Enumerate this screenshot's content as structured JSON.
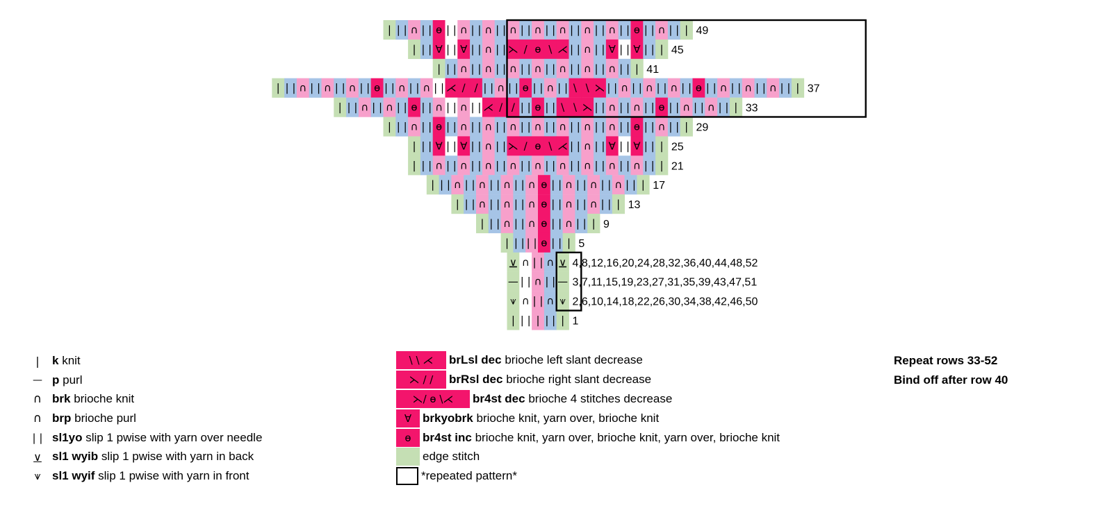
{
  "colors": {
    "green": "#c5dfb4",
    "blue": "#a6c4e6",
    "pink": "#f7a0cb",
    "magenta": "#f3156c",
    "white": "#ffffff"
  },
  "glyphs": {
    "I": "|",
    "S": "| |",
    "B": "∩",
    "P": "∩",
    "Y": "∀",
    "O": "ɵ",
    "L": "⋌",
    "R": "⋋",
    "F": "/",
    "K": "\\",
    "V": "∨",
    "W": "⩛",
    "D": "—"
  },
  "chart": {
    "rows": [
      {
        "label": "49",
        "cells": "gIbSpBbSmOwSpBbSpBbSpBbSpBbSpBbSpBbSpBbSmObSpBbSgI"
      },
      {
        "label": "45",
        "cells": "gIbSmYwSmYbSpBbSmRmFmOmKmLbSpBbSmYwSmYbSgI"
      },
      {
        "label": "41",
        "cells": "gIbSpBbSpBbSpBbSpBbSpBbSpBbSpBbSgI"
      },
      {
        "label": "37",
        "cells": "gIbSpBbSpBbSpBbSmObSpBbSpBwSmLmFmFbSpBbSmObSpBbSmKmKmRbSpBbSpBbSpBbSmObSpBbSpBbSpBbSgI"
      },
      {
        "label": "33",
        "cells": "gIbSpBbSpBbSmObSpBwSpBwSmLmFmFbSmObSmKmKmRbSpBbSpBbSmObSpBbSpBbSgI"
      },
      {
        "label": "29",
        "cells": "gIbSpBbSmObSpBbSpBbSpBbSpBbSpBbSpBbSpBbSmObSpBbSgI"
      },
      {
        "label": "25",
        "cells": "gIbSmYwSmYbSpBbSmRmFmOmKmLbSpBbSmYwSmYbSgI"
      },
      {
        "label": "21",
        "cells": "gIbSpBbSpBbSpBbSpBbSpBbSpBbSpBbSpBbSpBbSgI"
      },
      {
        "label": "17",
        "cells": "gIbSpBbSpBbSpBbSpBmObSpBbSpBbSpBbSgI"
      },
      {
        "label": "13",
        "cells": "gIbSpBbSpBbSpBmObSpBbSpBbSgI"
      },
      {
        "label": "9",
        "cells": "gIbSpBbSpBmObSpBbSgI"
      },
      {
        "label": "5",
        "cells": "gIbSpSmObSgI"
      },
      {
        "label": "4,8,12,16,20,24,28,32,36,40,44,48,52",
        "cells": "gVwBpSbBgV"
      },
      {
        "label": "3,7,11,15,19,23,27,31,35,39,43,47,51",
        "cells": "gDwSpPbSgD"
      },
      {
        "label": "2,6,10,14,18,22,26,30,34,38,42,46,50",
        "cells": "gWwPpSbPgW"
      },
      {
        "label": "1",
        "cells": "gIwSpIbSgI"
      }
    ]
  },
  "legend": {
    "symbols": [
      {
        "glyph": "|",
        "abbr": "k",
        "desc": "knit"
      },
      {
        "glyph": "—",
        "abbr": "p",
        "desc": "purl"
      },
      {
        "glyph": "∩",
        "abbr": "brk",
        "desc": "brioche knit"
      },
      {
        "glyph": "∩",
        "abbr": "brp",
        "desc": "brioche purl"
      },
      {
        "glyph": "| |",
        "abbr": "sl1yo",
        "desc": "slip 1 pwise with yarn over needle"
      },
      {
        "glyph": "∨",
        "abbr": "sl1 wyib",
        "desc": "slip 1 pwise with yarn in back"
      },
      {
        "glyph": "⩛",
        "abbr": "sl1 wyif",
        "desc": "slip 1 pwise with yarn in front"
      }
    ],
    "decreases": [
      {
        "glyphs": "\\ \\ ⋌",
        "abbr": "brLsl dec",
        "desc": "brioche left slant decrease"
      },
      {
        "glyphs": "⋋ / /",
        "abbr": "brRsl dec",
        "desc": "brioche right slant decrease"
      },
      {
        "glyphs": "⋋/ ɵ \\⋌",
        "abbr": "br4st dec",
        "desc": "brioche 4 stitches decrease"
      },
      {
        "glyphs": "∀",
        "abbr": "brkyobrk",
        "desc": "brioche knit, yarn over, brioche knit"
      },
      {
        "glyphs": "ɵ",
        "abbr": "br4st inc",
        "desc": "brioche knit, yarn over, brioche knit, yarn over, brioche knit"
      },
      {
        "glyphs": "",
        "abbr": "",
        "desc": "edge stitch"
      },
      {
        "glyphs": "",
        "abbr": "",
        "desc": "*repeated pattern*"
      }
    ],
    "notes": [
      "Repeat rows 33-52",
      "Bind off after row 40"
    ]
  }
}
